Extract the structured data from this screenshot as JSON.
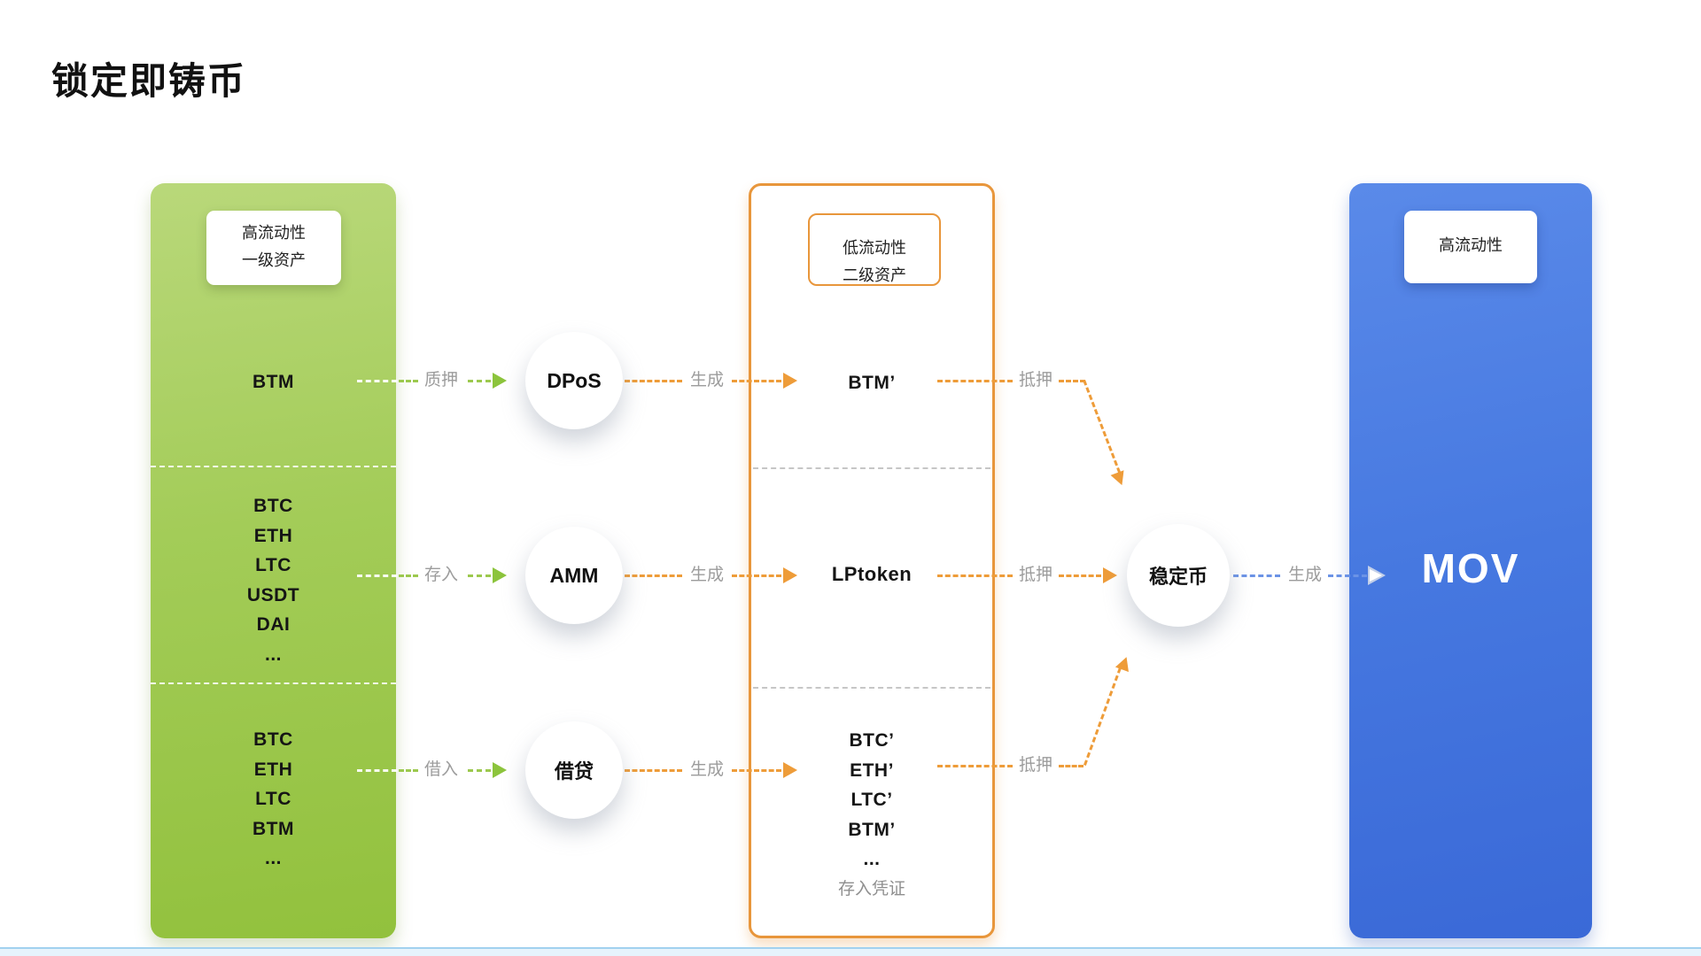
{
  "title": "锁定即铸币",
  "panels": {
    "primary": {
      "label_line1": "高流动性",
      "label_line2": "一级资产",
      "section1": [
        "BTM"
      ],
      "section2": [
        "BTC",
        "ETH",
        "LTC",
        "USDT",
        "DAI",
        "..."
      ],
      "section3": [
        "BTC",
        "ETH",
        "LTC",
        "BTM",
        "..."
      ]
    },
    "secondary": {
      "label_line1": "低流动性",
      "label_line2": "二级资产",
      "section1": [
        "BTM’"
      ],
      "section2": [
        "LPtoken"
      ],
      "section3": [
        "BTC’",
        "ETH’",
        "LTC’",
        "BTM’",
        "..."
      ],
      "section3_footnote": "存入凭证"
    },
    "target": {
      "label": "高流动性",
      "name": "MOV"
    }
  },
  "nodes": {
    "dpos": "DPoS",
    "amm": "AMM",
    "lending": "借贷",
    "stablecoin": "稳定币"
  },
  "edge_labels": {
    "pledge": "质押",
    "deposit": "存入",
    "borrow": "借入",
    "generate": "生成",
    "collateralize": "抵押"
  },
  "colors": {
    "primary_panel_top": "#b9d87a",
    "primary_panel_bottom": "#92c13d",
    "secondary_border": "#e8963b",
    "target_panel_top": "#5a8ae9",
    "target_panel_bottom": "#3a69d7",
    "green_arrow": "#8cc43c",
    "orange_arrow": "#ee9c39",
    "blue_arrow": "#6b93e6",
    "label_gray": "#9c9c9c"
  }
}
